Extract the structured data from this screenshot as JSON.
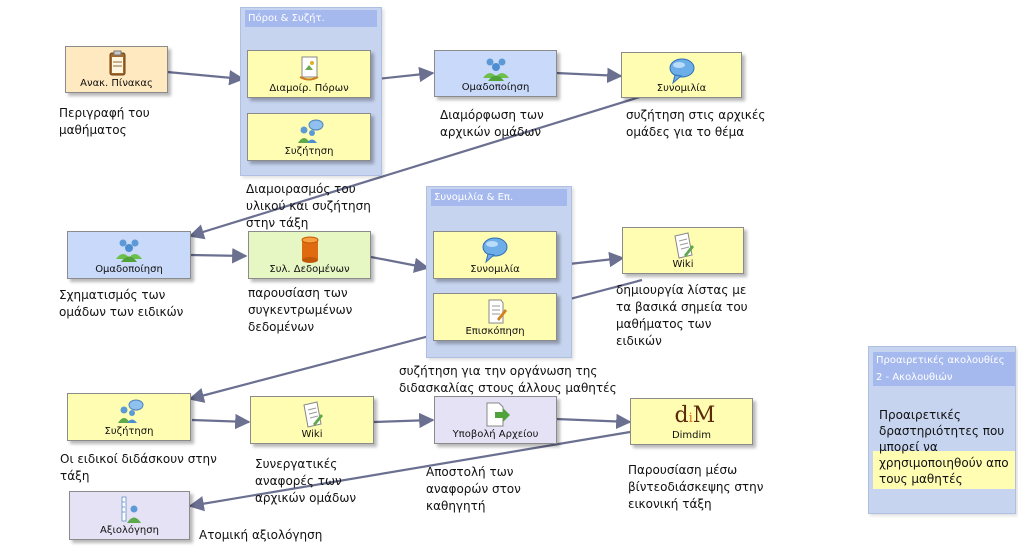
{
  "groups": {
    "resources": {
      "title": "Πόροι & Συζήτ."
    },
    "chat": {
      "title": "Συνομιλία & Επ."
    }
  },
  "nodes": {
    "anak_pinakas": "Ανακ. Πίνακας",
    "diamoir_poron": "Διαμοίρ. Πόρων",
    "syzitisi_1": "Συζήτηση",
    "omadopoiisi_1": "Ομαδοποίηση",
    "synomilia_1": "Συνομιλία",
    "omadopoiisi_2": "Ομαδοποίηση",
    "syl_dedomenon": "Συλ. Δεδομένων",
    "synomilia_2": "Συνομιλία",
    "episkopisi": "Επισκόπηση",
    "wiki_1": "Wiki",
    "syzitisi_2": "Συζήτηση",
    "wiki_2": "Wiki",
    "ypovoli_arxeiou": "Υποβολή Αρχείου",
    "dimdim": "Dimdim",
    "axiologisi": "Αξιολόγηση"
  },
  "descriptions": {
    "perigrafi_1": "Περιγραφή του",
    "perigrafi_2": "μαθήματος",
    "diamoir_1": "Διαμοιρασμός του",
    "diamoir_2": "υλικού και συζήτηση",
    "diamoir_3": "στην τάξη",
    "diamorfosi_1": "Διαμόρφωση των",
    "diamorfosi_2": "αρχικών ομάδων",
    "syzitisi_arx_1": "συζήτηση στις αρχικές",
    "syzitisi_arx_2": "ομάδες για το θέμα",
    "sxim_1": "Σχηματισμός των",
    "sxim_2": "ομάδων των ειδικών",
    "parous_1": "παρουσίαση των",
    "parous_2": "συγκεντρωμένων",
    "parous_3": "δεδομένων",
    "dimiourgia_1": "δημιουργία λίστας με",
    "dimiourgia_2": "τα βασικά σημεία του",
    "dimiourgia_3": "μαθήματος των",
    "dimiourgia_4": "ειδικών",
    "organosi_1": "συζήτηση για την οργάνωση της",
    "organosi_2": "διδασκαλίας στους άλλους μαθητές",
    "eidikoi_1": "Οι ειδικοί διδάσκουν στην",
    "eidikoi_2": "τάξη",
    "synerg_1": "Συνεργατικές",
    "synerg_2": "αναφορές των",
    "synerg_3": "αρχικών ομάδων",
    "apostoli_1": "Αποστολή των",
    "apostoli_2": "αναφορών στον",
    "apostoli_3": "καθηγητή",
    "dimdim_1": "Παρουσίαση μέσω",
    "dimdim_2": "βίντεοδιάσκεψης στην",
    "dimdim_3": "εικονική τάξη",
    "atomiki": "Ατομική αξιολόγηση"
  },
  "optional_panel": {
    "title": "Προαιρετικές ακολουθίες",
    "subtitle": "2 - Ακολουθιών",
    "text_1": "Προαιρετικές",
    "text_2": "δραστηριότητες που",
    "text_3": "μπορεί να",
    "text_4": "χρησιμοποιηθούν απο",
    "text_5": "τους μαθητές"
  },
  "colors": {
    "arrow": "#6b7090",
    "group_bg": "#c6d4f0",
    "group_title": "#a6b9ee",
    "node_yellow": "#fffdb2",
    "node_orange": "#ffe9c0",
    "node_blue": "#c9d9fa",
    "node_green": "#e6f7c4",
    "node_purple": "#e5e2f5"
  },
  "icons": {
    "anak_pinakas": "clipboard-icon",
    "diamoir_poron": "resource-document-icon",
    "syzitisi": "forum-people-icon",
    "omadopoiisi": "group-people-icon",
    "synomilia": "chat-bubble-icon",
    "syl_dedomenon": "database-icon",
    "episkopisi": "notepad-icon",
    "wiki": "wiki-page-icon",
    "ypovoli_arxeiou": "file-submit-icon",
    "dimdim": "dimdim-logo",
    "axiologisi": "assessment-icon"
  }
}
